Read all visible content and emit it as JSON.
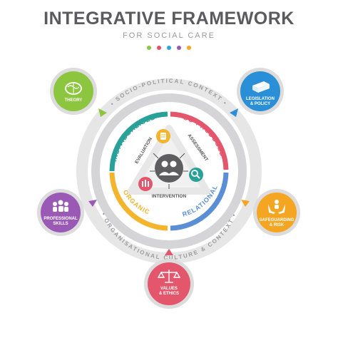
{
  "header": {
    "title": "INTEGRATIVE FRAMEWORK",
    "subtitle": "FOR SOCIAL CARE",
    "dot_colors": [
      "#8cc63f",
      "#e94f6a",
      "#2aa7d8",
      "#9b59b6",
      "#f7a829"
    ]
  },
  "rings": {
    "outer_label": "• SOCIO-POLITICAL CONTEXT •",
    "inner_label": "• ORGANISATIONAL CULTURE & CONTEXT •"
  },
  "segments": [
    {
      "label": "INDIVIDUALISED",
      "color": "#2aa198"
    },
    {
      "label": "CO-PRODUCED",
      "color": "#e4566b"
    },
    {
      "label": "RELATIONAL",
      "color": "#5a8fd6"
    },
    {
      "label": "ORGANIC",
      "color": "#f4b42c"
    }
  ],
  "cycle": {
    "evaluation": "EVALUATION",
    "assessment": "ASSESSMENT",
    "intervention": "INTERVENTION"
  },
  "nodes": {
    "theory": {
      "label": "THEORY",
      "color": "#8cc63f",
      "icon": "brain-icon"
    },
    "legislation": {
      "line1": "LEGISLATION",
      "line2": "& POLICY",
      "color": "#2a8fd6",
      "icon": "book-icon"
    },
    "professional": {
      "line1": "PROFESSIONAL",
      "line2": "SKILLS",
      "color": "#9b59b6",
      "icon": "people-icon"
    },
    "safeguarding": {
      "line1": "SAFEGUARDING",
      "line2": "& RISK",
      "color": "#f4a623",
      "icon": "hands-icon"
    },
    "values": {
      "line1": "VALUES",
      "line2": "& ETHICS",
      "color": "#e4566b",
      "icon": "scales-icon"
    }
  }
}
